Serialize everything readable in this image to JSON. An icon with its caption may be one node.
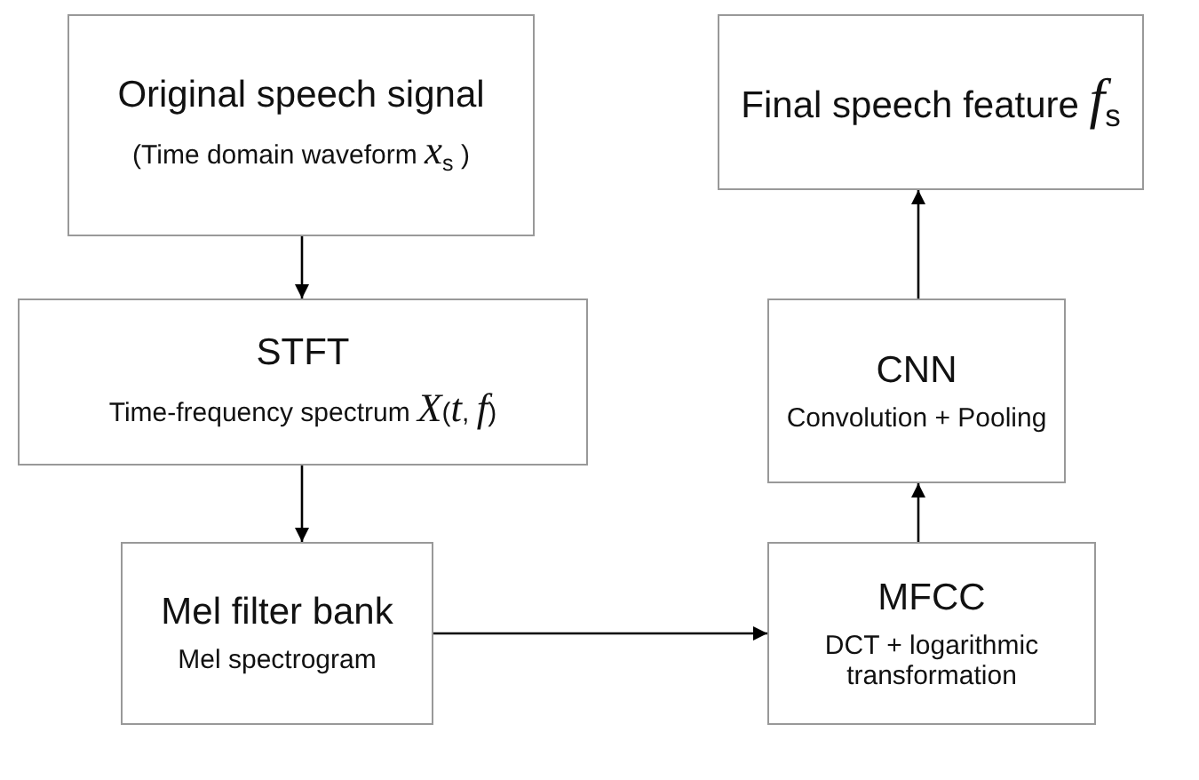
{
  "diagram": {
    "nodes": [
      {
        "text": [
          "Original speech signal",
          "(Time domain waveform *x*$_{s}$ )"
        ]
      },
      {
        "text": [
          "STFT",
          "Time-frequency spectrum *X*(*t*, *f*)"
        ]
      },
      {
        "text": [
          "Mel filter bank",
          "Mel spectrogram"
        ]
      },
      {
        "text": [
          "MFCC",
          "DCT + logarithmic transformation"
        ]
      },
      {
        "text": [
          "CNN",
          "Convolution + Pooling"
        ]
      },
      {
        "text": [
          "Final speech feature *f*$_{s}$"
        ]
      }
    ],
    "edges": [
      {
        "from": 0,
        "to": 1,
        "arrow": "to"
      },
      {
        "from": 1,
        "to": 2,
        "arrow": "to"
      },
      {
        "from": 2,
        "to": 3,
        "arrow": "to"
      },
      {
        "from": 3,
        "to": 4,
        "arrow": "to"
      },
      {
        "from": 4,
        "to": 5,
        "arrow": "to"
      }
    ]
  }
}
